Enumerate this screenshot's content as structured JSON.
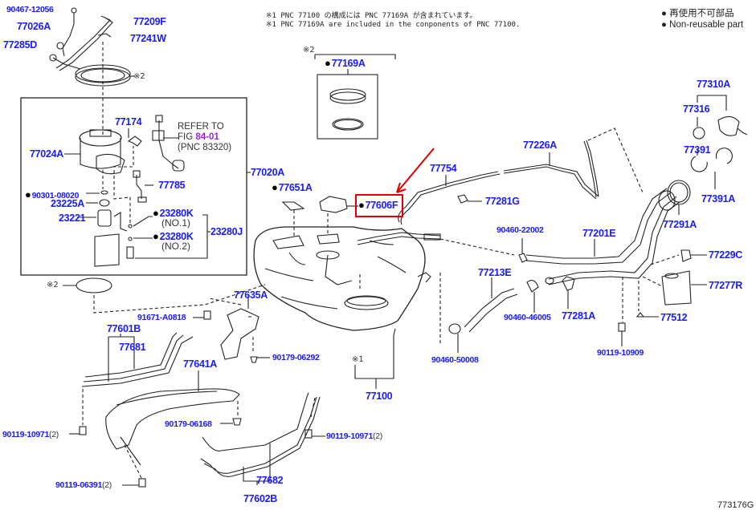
{
  "notes": {
    "jp": "※1 PNC 77100 の構成には PNC 77169A が含まれています。",
    "en": "※1 PNC 77169A are included in the conponents of PNC 77100."
  },
  "legend": {
    "jp": "● 再使用不可部品",
    "en": "● Non-reusable part"
  },
  "figure_number": "773176G",
  "highlight": {
    "part": "77606F",
    "color": "#e00000"
  },
  "label_color": "#1a1aff",
  "refer": {
    "line1": "REFER TO",
    "fig_prefix": "FIG ",
    "fig_link": "84-01",
    "line3": "(PNC 83320)"
  },
  "marks": {
    "ref2": "※2",
    "ref1": "※1",
    "no1": "(NO.1)",
    "no2": "(NO.2)"
  },
  "parts": {
    "p90467_12056": "90467-12056",
    "p77026A": "77026A",
    "p77285D": "77285D",
    "p77209F": "77209F",
    "p77241W": "77241W",
    "p77169A": "77169A",
    "p77174": "77174",
    "p77024A": "77024A",
    "p90301_08020": "90301-08020",
    "p23225A": "23225A",
    "p23221": "23221",
    "p77785": "77785",
    "p23280K_1": "23280K",
    "p23280K_2": "23280K",
    "p23280J": "23280J",
    "p77020A": "77020A",
    "p77651A": "77651A",
    "p77606F": "77606F",
    "p77754": "77754",
    "p77226A": "77226A",
    "p77281G": "77281G",
    "p77310A": "77310A",
    "p77316": "77316",
    "p77391": "77391",
    "p77391A": "77391A",
    "p77291A": "77291A",
    "p90460_22002": "90460-22002",
    "p77201E": "77201E",
    "p77229C": "77229C",
    "p77277R": "77277R",
    "p77213E": "77213E",
    "p90460_46005": "90460-46005",
    "p77281A": "77281A",
    "p77512": "77512",
    "p90460_50008": "90460-50008",
    "p90119_10909": "90119-10909",
    "p91671_A0818": "91671-A0818",
    "p77635A": "77635A",
    "p77601B": "77601B",
    "p77681": "77681",
    "p90179_06292": "90179-06292",
    "p77641A": "77641A",
    "p77100": "77100",
    "p90119_10971_L": "90119-10971",
    "p90119_10971_R": "90119-10971",
    "p90179_06168": "90179-06168",
    "p90119_06391": "90119-06391",
    "p77682": "77682",
    "p77602B": "77602B"
  },
  "quantities": {
    "q90119_10971_L": "(2)",
    "q90119_10971_R": "(2)",
    "q90119_06391": "(2)"
  },
  "non_reusable_marker": "●"
}
